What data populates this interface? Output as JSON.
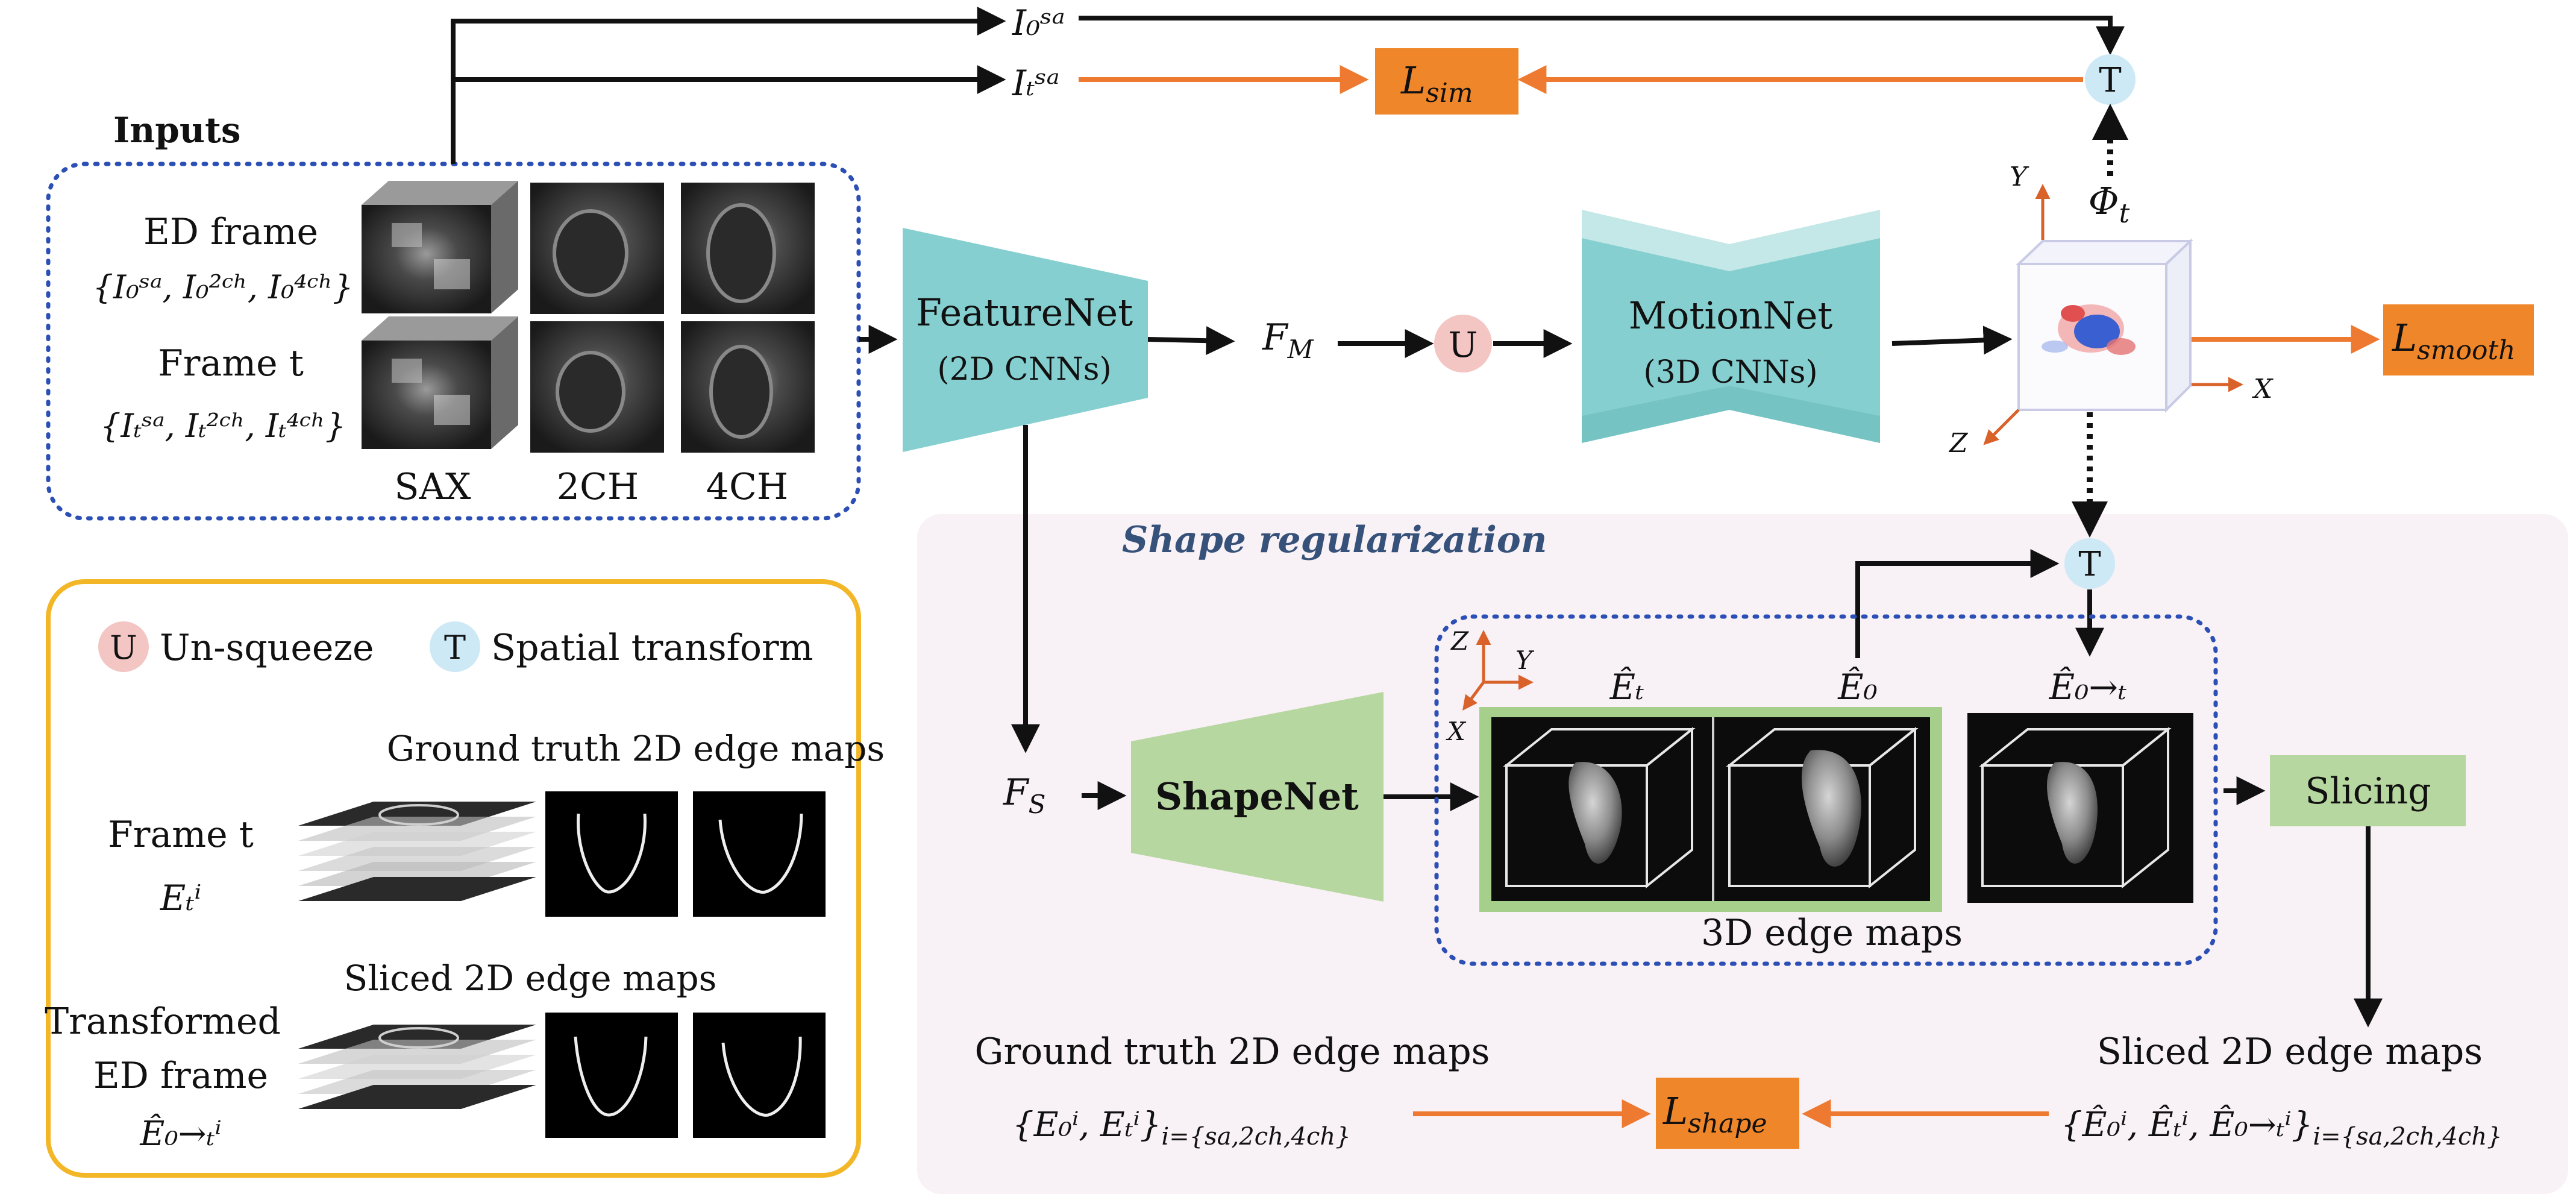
{
  "colors": {
    "orange": "#f0862a",
    "orange_line": "#ed7a30",
    "teal": "#86cfd0",
    "teal_light": "#c3e8e7",
    "green": "#b7d7a0",
    "green_frame": "#a6cf8c",
    "blue_dot": "#2b4fb5",
    "yellow": "#f3b626",
    "pink": "#f3c6c4",
    "lightblue": "#cde9f5",
    "region_bg": "#f8f1f5",
    "region_title": "#36517a",
    "axis": "#d9622a"
  },
  "inputs": {
    "title": "Inputs",
    "ed_frame_label": "ED frame",
    "ed_frame_set": "{I₀ˢᵃ, I₀²ᶜʰ, I₀⁴ᶜʰ}",
    "frame_t_label": "Frame t",
    "frame_t_set": "{Iₜˢᵃ, Iₜ²ᶜʰ, Iₜ⁴ᶜʰ}",
    "views": [
      "SAX",
      "2CH",
      "4CH"
    ]
  },
  "top_signals": {
    "i0": "I₀ˢᵃ",
    "it": "Iₜˢᵃ"
  },
  "losses": {
    "sim": "L",
    "sim_sub": "sim",
    "smooth": "L",
    "smooth_sub": "smooth",
    "shape": "L",
    "shape_sub": "shape"
  },
  "networks": {
    "featurenet": "FeatureNet",
    "featurenet_sub": "(2D CNNs)",
    "motionnet": "MotionNet",
    "motionnet_sub": "(3D CNNs)",
    "shapenet": "ShapeNet",
    "slicing": "Slicing"
  },
  "symbols": {
    "fm": "F",
    "fm_sub": "M",
    "fs": "F",
    "fs_sub": "S",
    "phi": "Φ",
    "phi_sub": "t",
    "u": "U",
    "t": "T"
  },
  "axes": {
    "x": "X",
    "y": "Y",
    "z": "Z"
  },
  "shape_region": {
    "title": "Shape regularization",
    "edge_labels": [
      "Êₜ",
      "Ê₀",
      "Ê₀→ₜ"
    ],
    "edge_caption": "3D edge maps",
    "gt_label": "Ground truth 2D edge maps",
    "gt_set": "{E₀ⁱ, Eₜⁱ}",
    "gt_sub": "i={sa,2ch,4ch}",
    "sliced_label": "Sliced 2D edge maps",
    "sliced_set": "{Ê₀ⁱ, Êₜⁱ, Ê₀→ₜⁱ}",
    "sliced_sub": "i={sa,2ch,4ch}"
  },
  "legend": {
    "u_label": "Un-squeeze",
    "t_label": "Spatial transform",
    "gt_title": "Ground truth 2D edge maps",
    "frame_t": "Frame t",
    "frame_t_sym": "Eₜⁱ",
    "sliced_title": "Sliced 2D edge maps",
    "transformed_1": "Transformed",
    "transformed_2": "ED frame",
    "transformed_sym": "Ê₀→ₜⁱ"
  }
}
